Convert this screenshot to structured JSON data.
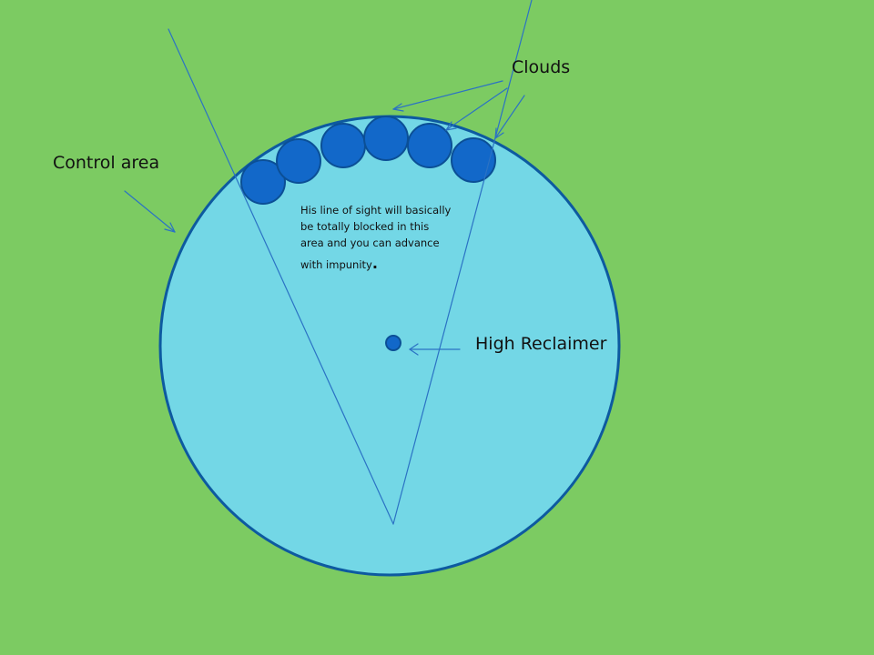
{
  "colors": {
    "background": "#7ccb62",
    "control_area_fill": "#73d7e6",
    "control_area_stroke": "#0d5aa0",
    "cloud_fill": "#1268c9",
    "cloud_stroke": "#0b4f96",
    "line_color": "#2b72c4"
  },
  "labels": {
    "control_area": "Control area",
    "clouds": "Clouds",
    "high_reclaimer": "High Reclaimer"
  },
  "annotation": {
    "lines": [
      "His line of sight will basically",
      "be totally blocked in this",
      "area and you can advance",
      "with impunity"
    ],
    "terminal": "."
  }
}
